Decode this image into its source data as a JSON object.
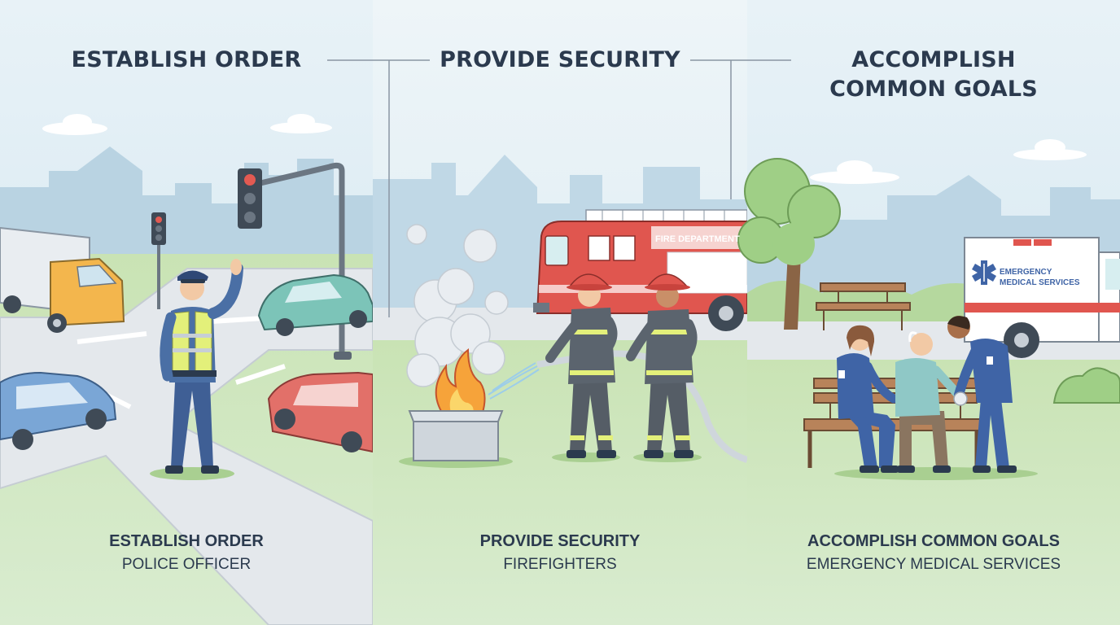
{
  "panels": [
    {
      "heading": "ESTABLISH ORDER",
      "caption_title": "ESTABLISH ORDER",
      "caption_subtitle": "POLICE OFFICER"
    },
    {
      "heading": "PROVIDE SECURITY",
      "caption_title": "PROVIDE SECURITY",
      "caption_subtitle": "FIREFIGHTERS"
    },
    {
      "heading": "ACCOMPLISH\nCOMMON GOALS",
      "caption_title": "ACCOMPLISH COMMON GOALS",
      "caption_subtitle": "EMERGENCY MEDICAL SERVICES"
    }
  ],
  "signs": {
    "fire_truck": "FIRE DEPARTMENT",
    "ambulance_line1": "EMERGENCY",
    "ambulance_line2": "MEDICAL SERVICES"
  },
  "colors": {
    "heading_text": "#2b3a4e",
    "police_blue": "#4a6fa5",
    "safety_vest": "#e3f07a",
    "fire_red": "#e0564f",
    "flame_orange": "#f6a33a",
    "ems_blue": "#3f64a6",
    "grass_green": "#b9dca2",
    "sky_blue": "#dcecf4"
  }
}
